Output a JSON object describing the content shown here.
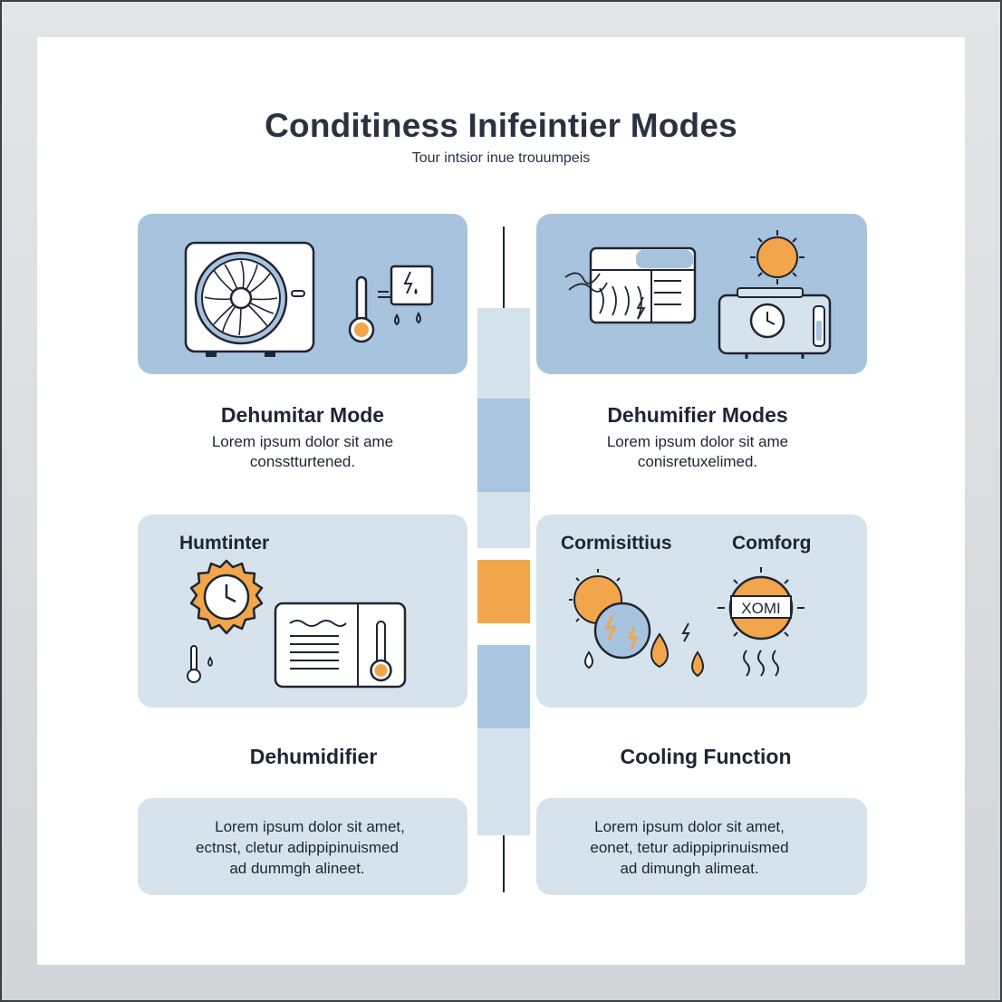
{
  "header": {
    "title": "Conditiness Inifeintier Modes",
    "subtitle": "Tour intsior inue trouumpeis"
  },
  "modes": {
    "top_left": {
      "title": "Dehumitar Mode",
      "body_line1": "Lorem ipsum dolor sit ame",
      "body_line2": "consstturtened."
    },
    "top_right": {
      "title": "Dehumifier Modes",
      "body_line1": "Lorem ipsum dolor sit ame",
      "body_line2": "conisretuxelimed."
    }
  },
  "panels": {
    "middle_left": {
      "label": "Humtinter"
    },
    "middle_right": {
      "label_a": "Cormisittius",
      "label_b": "Comforg",
      "badge": "XOMI"
    }
  },
  "bottom": {
    "left": {
      "title": "Dehumidifier",
      "line1": "Lorem ipsum  dolor sit amet,",
      "line2": "ectnst, cletur adippipinuismed",
      "line3": "ad dummgh alineet."
    },
    "right": {
      "title": "Cooling Function",
      "line1": "Lorem ipsum  dolor  sit amet,",
      "line2": "eonet, tetur adippiprinuismed",
      "line3": "ad dimungh alimeat."
    }
  },
  "colors": {
    "blue_panel": "#a8c3de",
    "light_panel": "#d6e3ec",
    "accent_orange": "#f2a54a",
    "ink": "#1e2533",
    "divider_blue": "#a9c5e0",
    "divider_light": "#d4e2ec"
  }
}
